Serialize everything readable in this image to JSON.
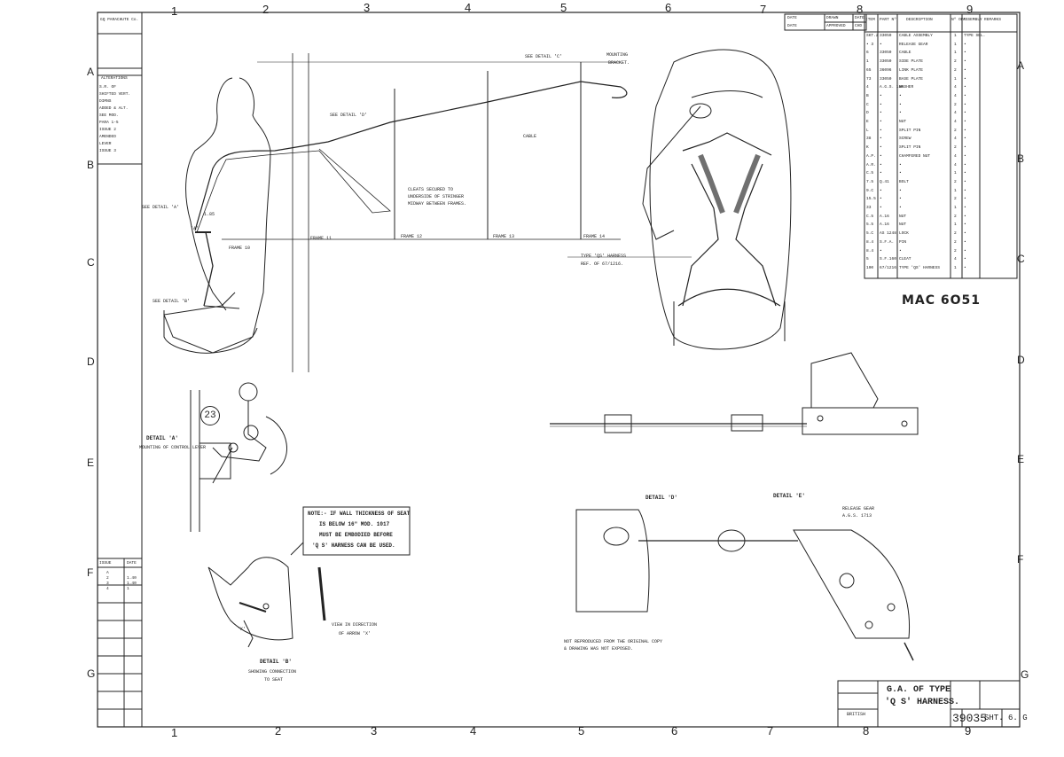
{
  "grid": {
    "cols_top": [
      "1",
      "2",
      "3",
      "4",
      "5",
      "6",
      "7",
      "8",
      "9"
    ],
    "cols_bottom": [
      "1",
      "2",
      "3",
      "4",
      "5",
      "6",
      "7",
      "8",
      "9"
    ],
    "rows_left": [
      "A",
      "B",
      "C",
      "D",
      "E",
      "F",
      "G"
    ],
    "rows_right": [
      "A",
      "B",
      "C",
      "D",
      "E",
      "F",
      "G"
    ]
  },
  "drawing": {
    "ref_handwritten": "MAC 6O51",
    "title_line1": "G.A. OF TYPE",
    "title_line2": "'Q S' HARNESS.",
    "drawing_number": "39035",
    "sheet": "SHT. 6. G",
    "maker": "GQ PARACHUTE Co.",
    "british": "BRITISH"
  },
  "views": {
    "detail_a": "DETAIL 'A'",
    "detail_a_sub": "MOUNTING OF CONTROL LEVER",
    "detail_b": "DETAIL 'B'",
    "detail_b_sub1": "SHOWING CONNECTION",
    "detail_b_sub2": "TO SEAT",
    "detail_d": "DETAIL 'D'",
    "detail_e": "DETAIL 'E'",
    "view_x_1": "VIEW IN DIRECTION",
    "view_x_2": "OF ARROW 'X'",
    "see_a": "SEE DETAIL 'A'",
    "see_b": "SEE DETAIL 'B'",
    "see_c": "SEE DETAIL 'C'",
    "see_d": "SEE DETAIL 'D'",
    "frame10": "FRAME 10",
    "frame11": "FRAME 11",
    "frame12": "FRAME 12",
    "frame13": "FRAME 13",
    "frame14": "FRAME 14",
    "cleats1": "CLEATS SECURED TO",
    "cleats2": "UNDERSIDE OF STRINGER",
    "cleats3": "MIDWAY BETWEEN FRAMES.",
    "cable": "CABLE",
    "mounting1": "MOUNTING",
    "mounting2": "BRACKET.",
    "harness1": "TYPE 'QS' HARNESS",
    "harness2": "REF. OF 67/1216.",
    "release1": "RELEASE GEAR",
    "release2": "A.G.S. 1713",
    "note_wall_1": "NOTE:- IF WALL THICKNESS OF SEAT",
    "note_wall_2": "IS BELOW 16\" MOD. 1017",
    "note_wall_3": "MUST BE EMBODIED BEFORE",
    "note_wall_4": "'Q S' HARNESS CAN BE USED.",
    "foot1": "NOT REPRODUCED FROM THE ORIGINAL COPY",
    "foot2": "& DRAWING WAS NOT EXPOSED.",
    "num_23": "23",
    "num_1_85": "1.85",
    "num_6": "6",
    "num_x": "'X'",
    "upper_a": "'A'"
  },
  "parts_list": {
    "headers": [
      "ITEM",
      "PART Nº",
      "DESCRIPTION",
      "Nº OFF",
      "ASSEMBLY",
      "REMARKS"
    ],
    "rows": [
      [
        "SKT.2",
        "33050",
        "CABLE ASSEMBLY",
        "1",
        "TYPE SEL."
      ],
      [
        "• 3",
        "•",
        "RELEASE GEAR",
        "1",
        "•"
      ],
      [
        "6",
        "33050",
        "CABLE",
        "1",
        "•"
      ],
      [
        "1",
        "33050",
        "SIDE PLATE",
        "2",
        "•"
      ],
      [
        "65",
        "36096",
        "LINK PLATE",
        "2",
        "•"
      ],
      [
        "73",
        "33050",
        "BASE PLATE",
        "1",
        "•"
      ],
      [
        "4",
        "A.G.S. 160",
        "WASHER",
        "4",
        "•"
      ],
      [
        "B",
        "•",
        "•",
        "4",
        "•"
      ],
      [
        "C",
        "•",
        "•",
        "2",
        "•"
      ],
      [
        "D",
        "•",
        "•",
        "4",
        "•"
      ],
      [
        "E",
        "•",
        "NUT",
        "4",
        "•"
      ],
      [
        "L",
        "•",
        "SPLIT PIN",
        "2",
        "•"
      ],
      [
        "38",
        "•",
        "SCREW",
        "4",
        "•"
      ],
      [
        "K",
        "•",
        "SPLIT PIN",
        "2",
        "•"
      ],
      [
        "A.P.",
        "•",
        "CHAMFERED NUT",
        "4",
        "•"
      ],
      [
        "A.R.",
        "•",
        "•",
        "4",
        "•"
      ],
      [
        "C.5",
        "•",
        "•",
        "1",
        "•"
      ],
      [
        "7.5",
        "Q.41",
        "BOLT",
        "2",
        "•"
      ],
      [
        "9.C",
        "•",
        "•",
        "1",
        "•"
      ],
      [
        "15.5",
        "•",
        "•",
        "2",
        "•"
      ],
      [
        "33",
        "•",
        "•",
        "1",
        "•"
      ],
      [
        "C.5",
        "A.16",
        "NUT",
        "2",
        "•"
      ],
      [
        "5.5",
        "A.16",
        "NUT",
        "1",
        "•"
      ],
      [
        "5.C",
        "AS 1248",
        "LOCK",
        "2",
        "•"
      ],
      [
        "8.4",
        "S.F.A.",
        "PIN",
        "2",
        "•"
      ],
      [
        "8.4",
        "•",
        "•",
        "2",
        "•"
      ],
      [
        "5",
        "S.F.160",
        "CLEAT",
        "4",
        "•"
      ],
      [
        "100",
        "67/1216",
        "TYPE 'QS' HARNESS",
        "1",
        "•"
      ]
    ]
  },
  "alterations": {
    "header": "ALTERATIONS",
    "lines": [
      "S.R. OF",
      "SHIFTED VERT.",
      "DIMNS",
      "ADDED & ALT.",
      "SEE MOD.",
      "PARA 1-5",
      "ISSUE 2",
      "AMENDED",
      "LEVER",
      "ISSUE 3"
    ]
  },
  "issue_block": {
    "header": [
      "ISSUE",
      "DATE"
    ],
    "rows": [
      [
        "A",
        ""
      ],
      [
        "2",
        "1.40"
      ],
      [
        "3",
        "1.40"
      ],
      [
        "4",
        "1"
      ]
    ]
  },
  "top_block": {
    "cells": [
      "DATE",
      "DRAWN",
      "DATE",
      "APPROVED",
      "CHD",
      "DATE"
    ]
  }
}
